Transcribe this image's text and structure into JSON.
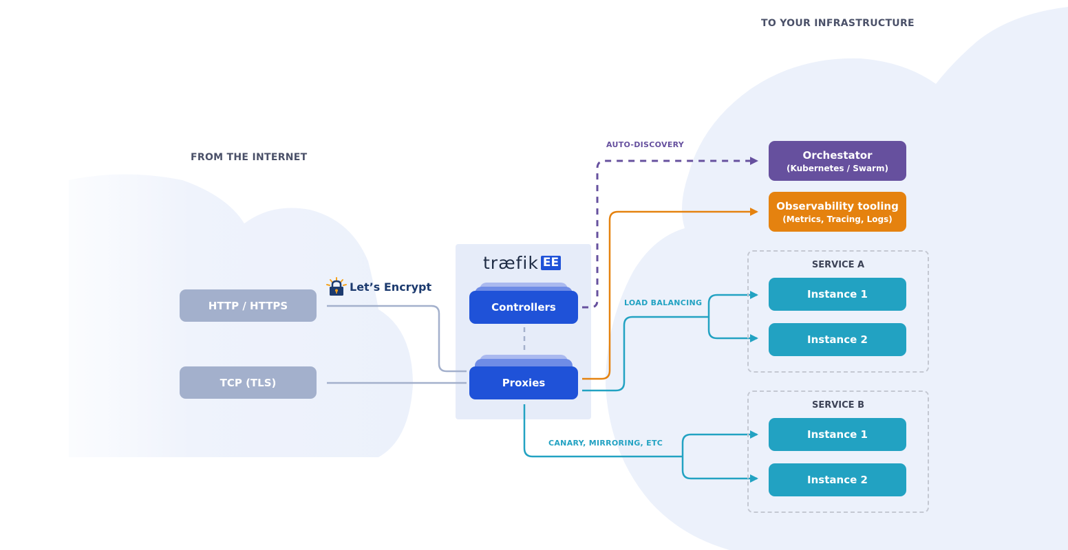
{
  "headings": {
    "from": "FROM THE INTERNET",
    "to": "TO YOUR INFRASTRUCTURE"
  },
  "sources": {
    "http": "HTTP / HTTPS",
    "tcp": "TCP (TLS)"
  },
  "lets_encrypt": {
    "label": "Let’s Encrypt",
    "icon": "padlock-sun-icon"
  },
  "traefik": {
    "logo_text": "træfik",
    "logo_badge": "EE",
    "controllers": "Controllers",
    "proxies": "Proxies"
  },
  "edges": {
    "auto_discovery": "AUTO-DISCOVERY",
    "load_balancing": "LOAD BALANCING",
    "canary": "CANARY, MIRRORING, ETC"
  },
  "targets": {
    "orchestrator": {
      "title": "Orchestator",
      "subtitle": "(Kubernetes / Swarm)"
    },
    "observability": {
      "title": "Observability tooling",
      "subtitle": "(Metrics, Tracing, Logs)"
    }
  },
  "services": [
    {
      "title": "SERVICE A",
      "instances": [
        "Instance 1",
        "Instance 2"
      ]
    },
    {
      "title": "SERVICE B",
      "instances": [
        "Instance 1",
        "Instance 2"
      ]
    }
  ],
  "colors": {
    "cloud": "#eef2fc",
    "source_box": "#a3b0cc",
    "source_line": "#a3b0cc",
    "traefik_blue": "#1f52d8",
    "orchestrator": "#66509e",
    "observability": "#e5820f",
    "instance": "#22a2c2",
    "dashed_border": "#c4c8d2"
  }
}
